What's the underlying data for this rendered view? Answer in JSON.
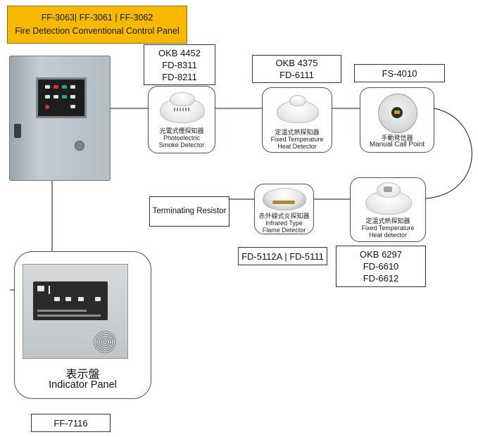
{
  "title": {
    "models": "FF-3063| FF-3061 | FF-3062",
    "name": "Fire Detection Conventional Control Panel"
  },
  "colors": {
    "title_bg": "#f6b800",
    "tile_border": "#3e5470",
    "wire": "#111111"
  },
  "smoke_detector": {
    "models": [
      "OKB 4452",
      "FD-8311",
      "FD-8211"
    ],
    "caption_jp": "光電式煙探知器",
    "caption_en": [
      "Photoelectric",
      "Smoke Detector"
    ]
  },
  "heat_detector_1": {
    "models": [
      "OKB 4375",
      "FD-6111"
    ],
    "caption_jp": "定温式熱探知器",
    "caption_en": [
      "Fixed Temperature",
      "Heat Detector"
    ]
  },
  "manual_call_point": {
    "model": "FS-4010",
    "caption_jp": "手動発信器",
    "caption_en": "Manual Call Point"
  },
  "heat_detector_2": {
    "models": [
      "OKB 6297",
      "FD-6610",
      "FD-6612"
    ],
    "caption_jp": "定温式熱探知器",
    "caption_en": [
      "Fixed Temperature",
      "Heat detector"
    ]
  },
  "flame_detector": {
    "models": "FD-5112A | FD-5111",
    "caption_jp": "赤外線式炎探知器",
    "caption_en": [
      "Infrared Type",
      "Flame Detector"
    ]
  },
  "terminating_resistor": {
    "label": "Terminating Resistor"
  },
  "indicator_panel": {
    "caption_jp": "表示盤",
    "caption_en": "Indicator Panel",
    "model": "FF-7116"
  }
}
